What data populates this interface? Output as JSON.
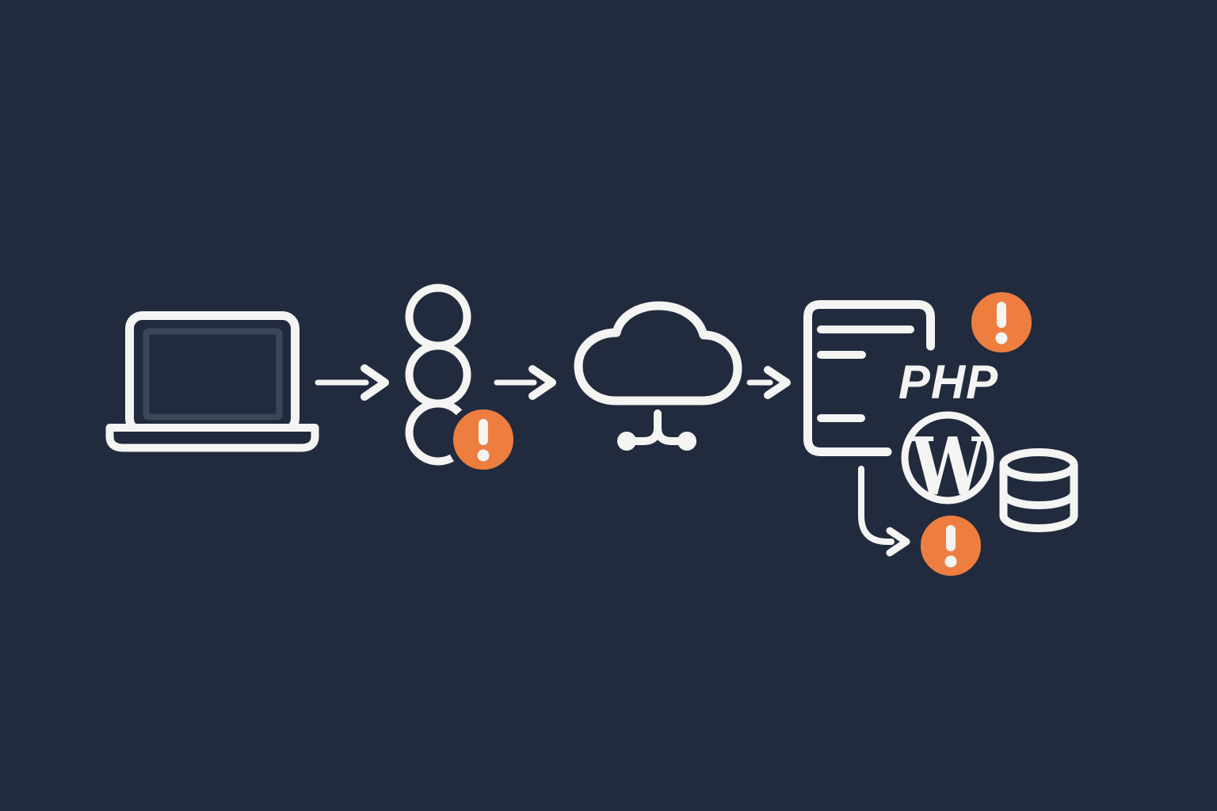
{
  "colors": {
    "background": "#212B3D",
    "stroke": "#F4F4F3",
    "warning": "#ED7E3F",
    "screen_border": "#3C4659"
  },
  "diagram": {
    "labels": {
      "php": "PHP",
      "wordpress_initial": "W"
    },
    "icons": [
      "laptop-icon",
      "arrow-right-icon",
      "stacked-circles-icon",
      "warning-badge",
      "cloud-network-icon",
      "document-icon",
      "php-label",
      "wordpress-icon",
      "database-icon",
      "curved-arrow-icon"
    ]
  }
}
